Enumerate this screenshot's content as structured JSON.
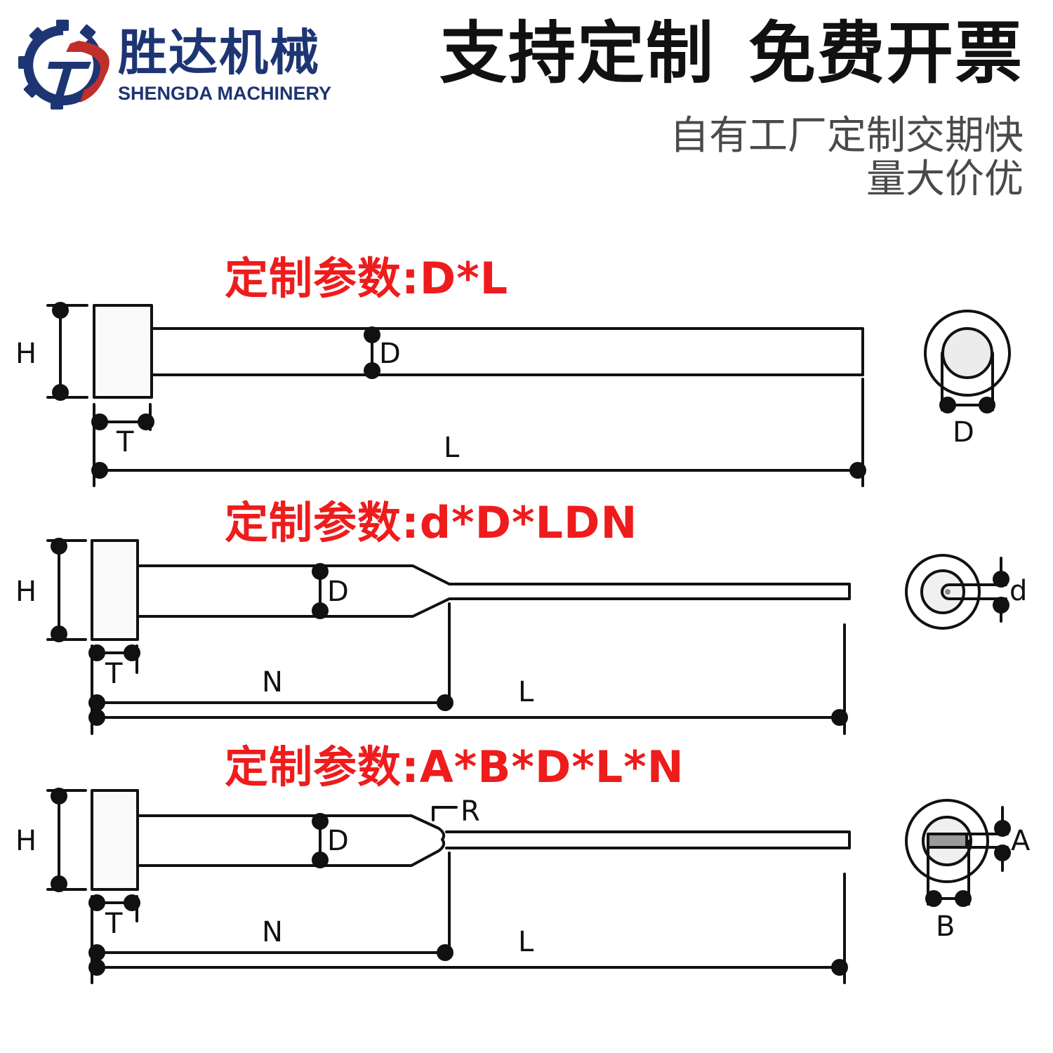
{
  "brand": {
    "name_cn": "胜达机械",
    "name_en": "SHENGDA MACHINERY",
    "colors": {
      "primary": "#1e3574",
      "accent": "#c0302b"
    },
    "logo_icon": "gear-d-logo-icon"
  },
  "header": {
    "headline_part1": "支持定制",
    "headline_part2": "免费开票",
    "subline1": "自有工厂定制交期快",
    "subline2": "量大价优"
  },
  "diagrams": [
    {
      "param_label": "定制参数:D*L",
      "dims": {
        "H": "H",
        "T": "T",
        "D": "D",
        "L": "L"
      },
      "end_view": {
        "label": "D"
      }
    },
    {
      "param_label": "定制参数:d*D*LDN",
      "dims": {
        "H": "H",
        "T": "T",
        "D": "D",
        "N": "N",
        "L": "L"
      },
      "end_view": {
        "label": "d"
      }
    },
    {
      "param_label": "定制参数:A*B*D*L*N",
      "dims": {
        "H": "H",
        "T": "T",
        "D": "D",
        "N": "N",
        "L": "L",
        "R": "R"
      },
      "end_view": {
        "label_a": "A",
        "label_b": "B"
      }
    }
  ],
  "colors": {
    "param_red": "#ee1c1c",
    "line": "#111111",
    "subtext": "#4a4a4a"
  }
}
